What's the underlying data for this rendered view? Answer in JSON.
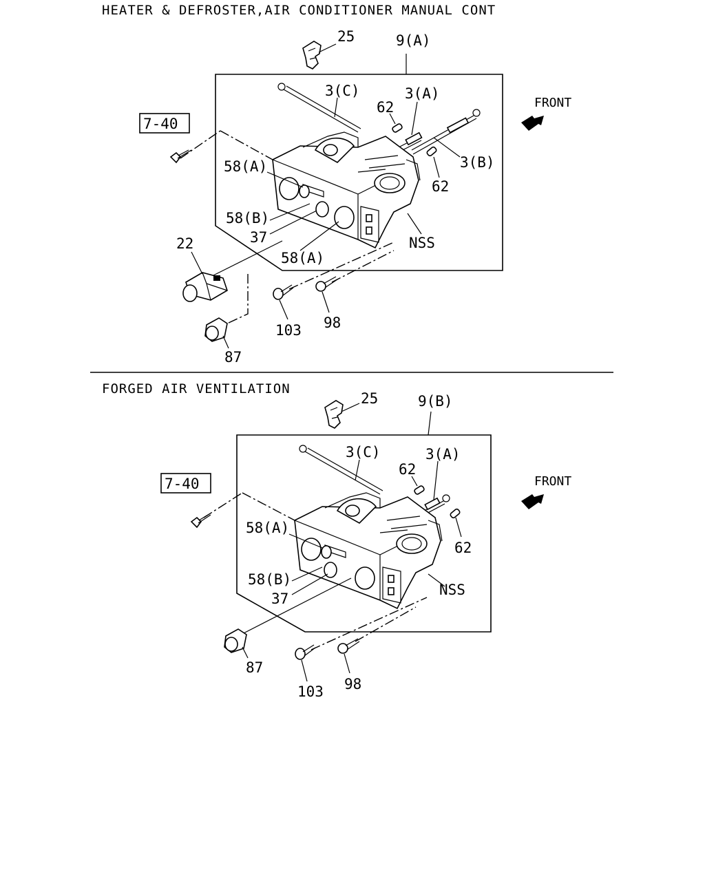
{
  "sections": [
    {
      "title": "HEATER & DEFROSTER,AIR CONDITIONER MANUAL CONT",
      "ref_box": "7-40",
      "front_label": "FRONT",
      "callouts": {
        "c25": "25",
        "c9": "9(A)",
        "c3c": "3(C)",
        "c3a": "3(A)",
        "c62a": "62",
        "c3b": "3(B)",
        "c62b": "62",
        "c58a_top": "58(A)",
        "c58b": "58(B)",
        "c37": "37",
        "c58a_bot": "58(A)",
        "cnss": "NSS",
        "c22": "22",
        "c103": "103",
        "c98": "98",
        "c87": "87"
      }
    },
    {
      "title": "FORGED AIR VENTILATION",
      "ref_box": "7-40",
      "front_label": "FRONT",
      "callouts": {
        "c25": "25",
        "c9": "9(B)",
        "c3c": "3(C)",
        "c62a": "62",
        "c3a": "3(A)",
        "c58a": "58(A)",
        "c62b": "62",
        "c58b": "58(B)",
        "c37": "37",
        "cnss": "NSS",
        "c87": "87",
        "c103": "103",
        "c98": "98"
      }
    }
  ]
}
